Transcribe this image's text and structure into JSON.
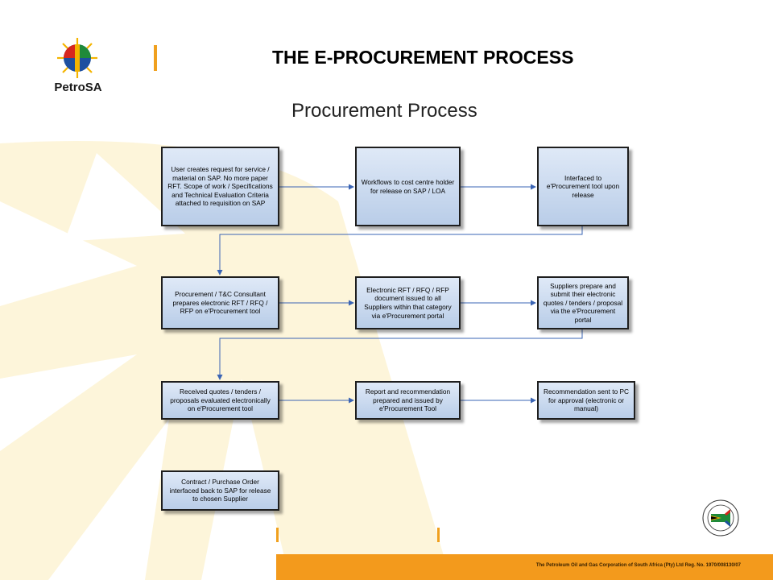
{
  "brand": {
    "logo_text": "PetroSA"
  },
  "header": {
    "title": "THE E-PROCUREMENT PROCESS"
  },
  "diagram": {
    "title": "Procurement Process",
    "steps": [
      "User creates request for service / material on SAP. No more paper RFT. Scope of work / Specifications and Technical Evaluation Criteria attached to requisition on SAP",
      "Workflows to cost centre holder for release on SAP / LOA",
      "Interfaced to e'Procurement tool upon release",
      "Procurement / T&C Consultant prepares electronic RFT / RFQ / RFP on e'Procurement tool",
      "Electronic RFT / RFQ / RFP document issued to all Suppliers within that category via e'Procurement portal",
      "Suppliers prepare and submit their electronic quotes / tenders / proposal via the e'Procurement portal",
      "Received quotes / tenders / proposals evaluated electronically on e'Procurement tool",
      "Report and recommendation prepared and issued by e'Procurement Tool",
      "Recommendation sent to PC for approval (electronic or manual)",
      "Contract / Purchase Order interfaced back to SAP for release to chosen Supplier"
    ]
  },
  "footer": {
    "text": "The Petroleum Oil and Gas Corporation of South Africa (Pty) Ltd   Reg. No. 1970/008130/07"
  },
  "badge": {
    "icon": "proudly-south-african-badge"
  },
  "colors": {
    "accent": "#f0a01e",
    "footer_bar": "#f39a1c",
    "box_fill_top": "#dfe9f7",
    "box_fill_bottom": "#b9cde8",
    "connector": "#3a64b4",
    "background_sun": "#fdf3d4"
  }
}
